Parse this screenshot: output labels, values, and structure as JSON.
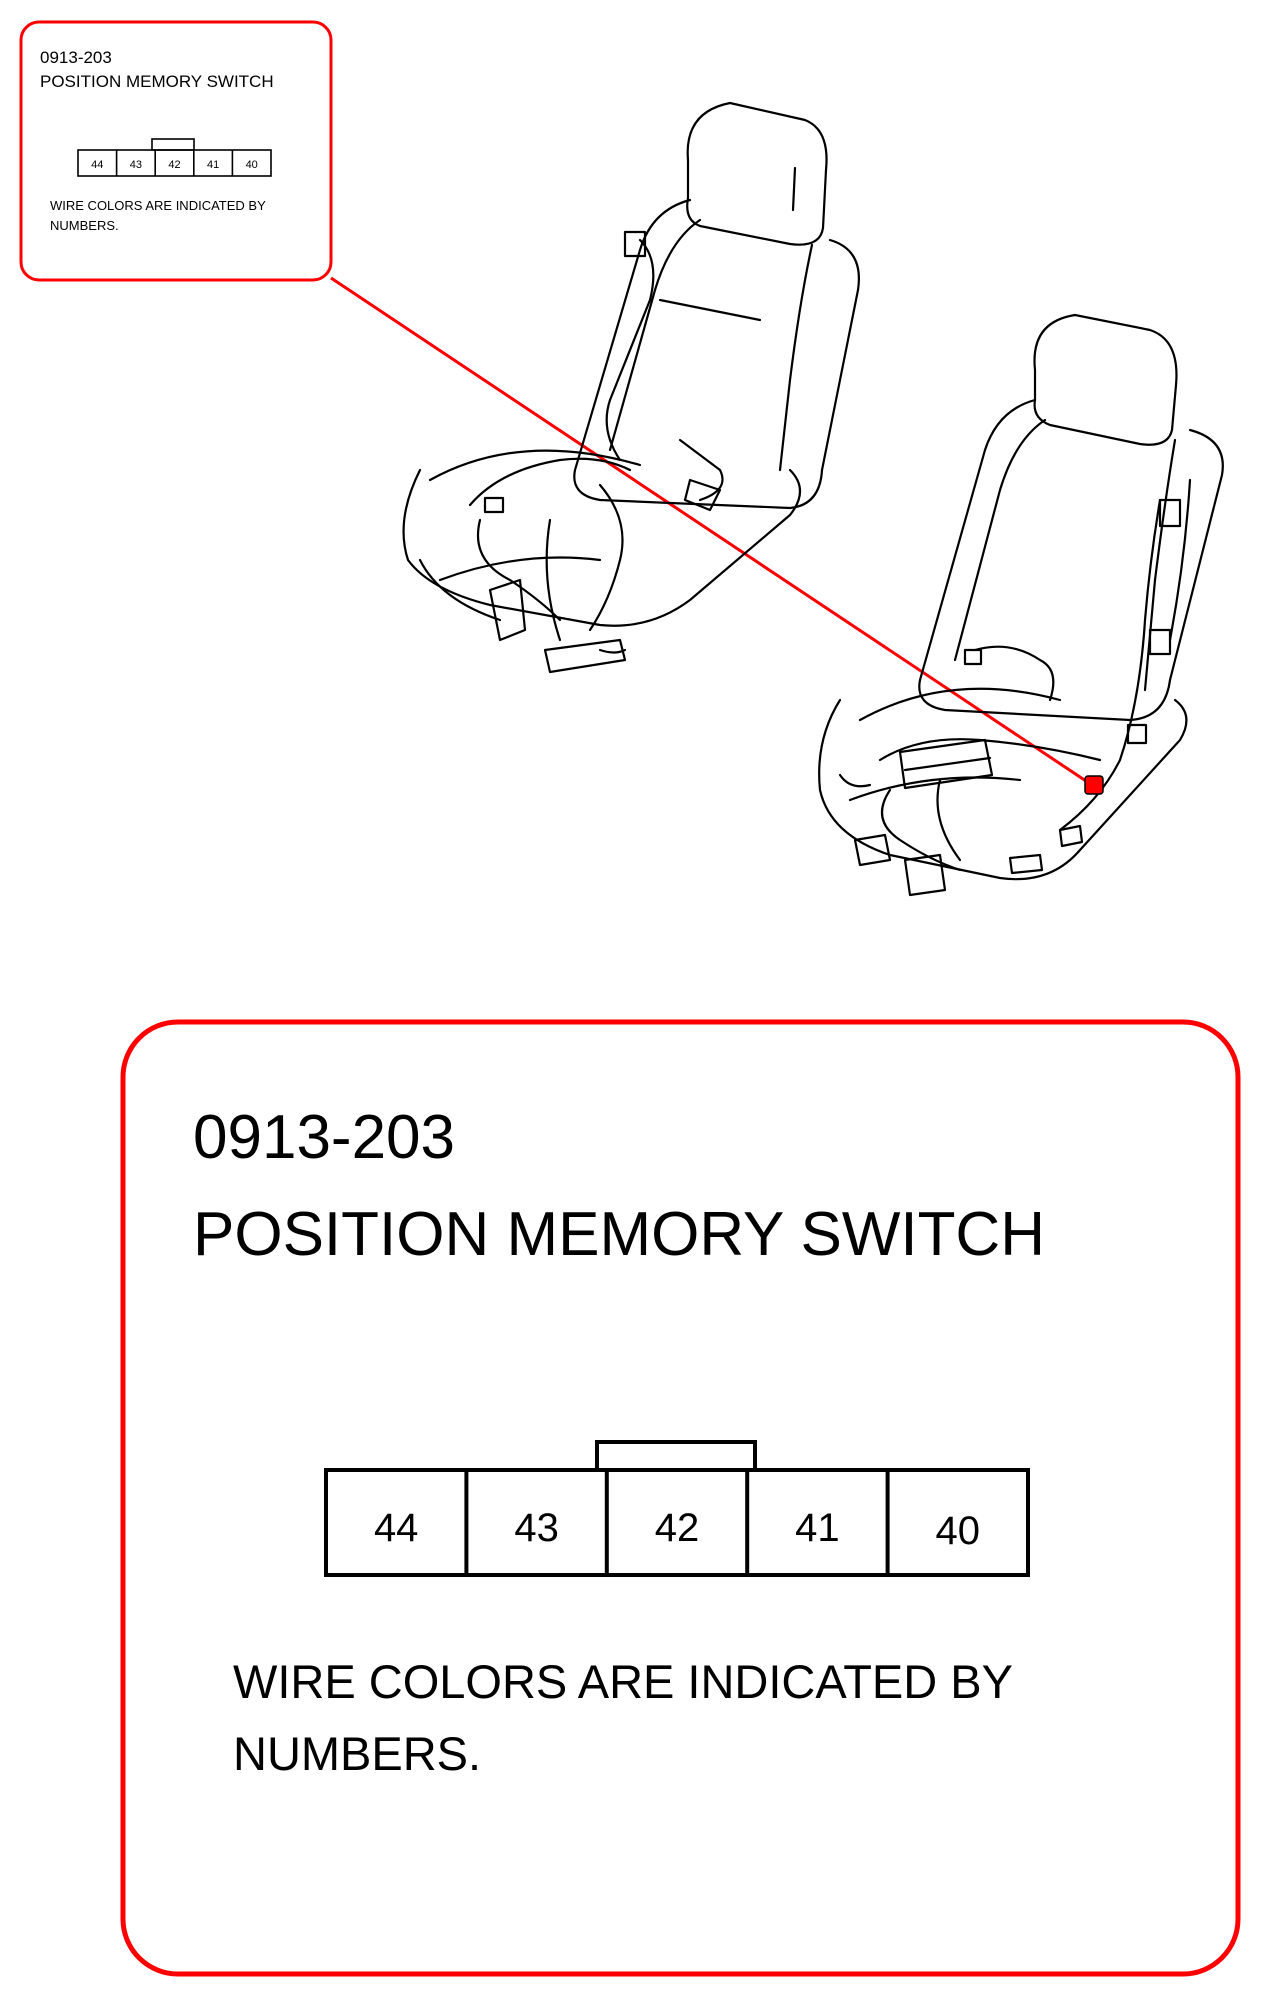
{
  "connector": {
    "id": "0913-203",
    "name": "POSITION MEMORY SWITCH",
    "pins": [
      "44",
      "43",
      "42",
      "41",
      "40"
    ],
    "note_line1": "WIRE COLORS ARE INDICATED BY",
    "note_line2": "NUMBERS."
  },
  "colors": {
    "callout": "#ff0000",
    "line": "#000000",
    "background": "#ffffff",
    "connector_marker": "#ff0000"
  },
  "illustration": {
    "subject": "seats-with-wiring-harness",
    "highlighted_part": "position-memory-switch-connector"
  }
}
